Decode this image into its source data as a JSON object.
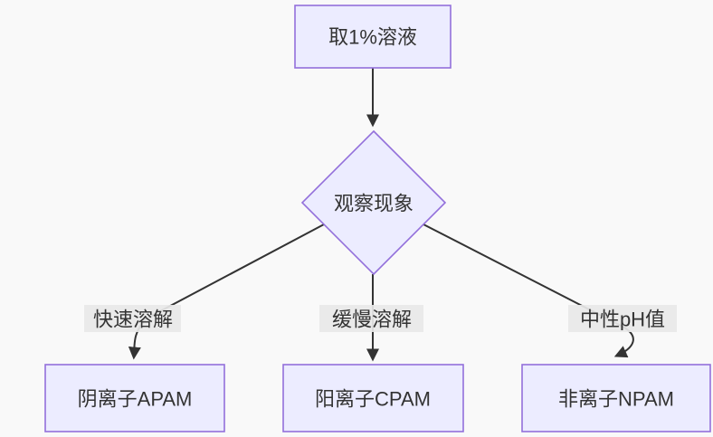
{
  "diagram": {
    "type": "flowchart-top-down",
    "background_color": "#f9f9f9",
    "node_fill_color": "#ECECFF",
    "node_border_color": "#9370DB",
    "edge_color": "#333333",
    "edge_label_bg_color": "#e8e8e8",
    "text_color": "#333333",
    "nodes": {
      "start": {
        "label": "取1%溶液",
        "shape": "rect"
      },
      "decision": {
        "label": "观察现象",
        "shape": "diamond"
      },
      "apam": {
        "label": "阴离子APAM",
        "shape": "rect"
      },
      "cpam": {
        "label": "阳离子CPAM",
        "shape": "rect"
      },
      "npam": {
        "label": "非离子NPAM",
        "shape": "rect"
      }
    },
    "edges": {
      "observe": {
        "from": "start",
        "to": "decision",
        "label": ""
      },
      "fast": {
        "from": "decision",
        "to": "apam",
        "label": "快速溶解"
      },
      "slow": {
        "from": "decision",
        "to": "cpam",
        "label": "缓慢溶解"
      },
      "neutral": {
        "from": "decision",
        "to": "npam",
        "label": "中性pH值"
      }
    }
  }
}
